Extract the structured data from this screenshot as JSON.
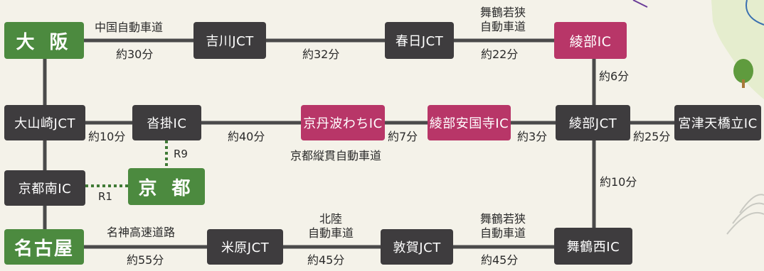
{
  "nodes": {
    "osaka": "大 阪",
    "yoshikawa_jct": "吉川JCT",
    "kasuga_jct": "春日JCT",
    "ayabe_ic": "綾部IC",
    "oyamazaki_jct": "大山崎JCT",
    "kutsukake_ic": "沓掛IC",
    "kyotamba_wachi_ic": "京丹波わちIC",
    "ayabe_ankokuji_ic": "綾部安国寺IC",
    "ayabe_jct": "綾部JCT",
    "miyazu_amanohashidate_ic": "宮津天橋立IC",
    "kyoto_minami_ic": "京都南IC",
    "kyoto": "京 都",
    "nagoya": "名古屋",
    "maibara_jct": "米原JCT",
    "tsuruga_jct": "敦賀JCT",
    "maizuru_nishi_ic": "舞鶴西IC"
  },
  "roads": {
    "chugoku": "中国自動車道",
    "maizuru_wakasa_top_1": "舞鶴若狭",
    "maizuru_wakasa_top_2": "自動車道",
    "kyoto_jukan": "京都縦貫自動車道",
    "meishin": "名神高速道路",
    "hokuriku_1": "北陸",
    "hokuriku_2": "自動車道",
    "maizuru_wakasa_bottom_1": "舞鶴若狭",
    "maizuru_wakasa_bottom_2": "自動車道",
    "r9": "R9",
    "r1": "R1"
  },
  "times": {
    "osaka_yoshikawa": "約30分",
    "yoshikawa_kasuga": "約32分",
    "kasuga_ayabe": "約22分",
    "ayabeic_ayabejct": "約6分",
    "oyamazaki_kutsukake": "約10分",
    "kutsukake_wachi": "約40分",
    "wachi_ankokuji": "約7分",
    "ankokuji_ayabejct": "約3分",
    "ayabejct_miyazu": "約25分",
    "ayabejct_maizurunishi": "約10分",
    "nagoya_maibara": "約55分",
    "maibara_tsuruga": "約45分",
    "tsuruga_maizurunishi": "約45分"
  },
  "colors": {
    "city": "#4c8a3f",
    "junction": "#3e3c3e",
    "ic_highlight": "#b83668",
    "line": "#4a4a4a",
    "dotted_line": "#3f7a35"
  }
}
